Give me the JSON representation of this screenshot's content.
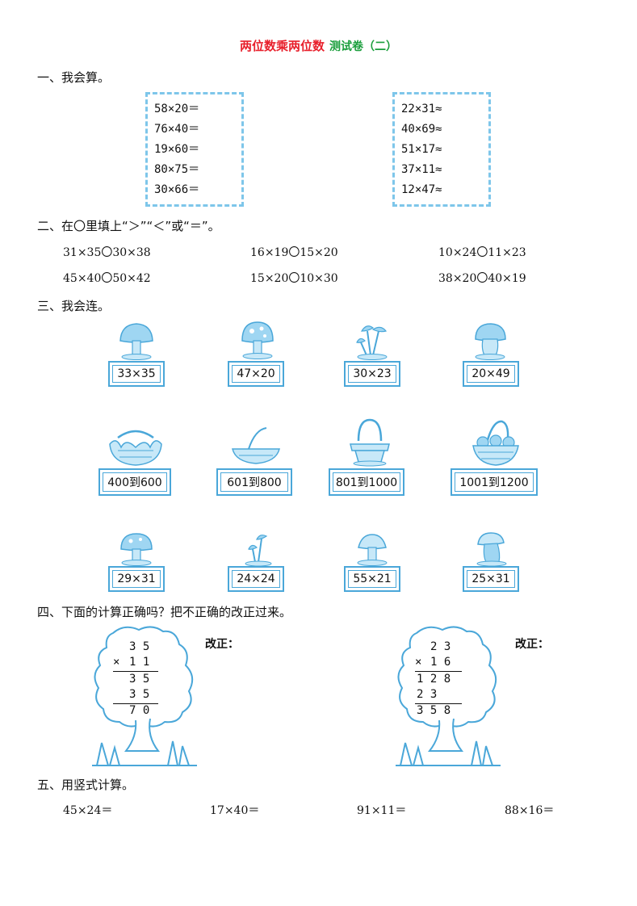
{
  "title": {
    "main": "两位数乘两位数",
    "sub": "测试卷（二）"
  },
  "sections": {
    "s1": "一、我会算。",
    "s2": "二、在〇里填上“＞”“＜”或“＝”。",
    "s3": "三、我会连。",
    "s4": "四、下面的计算正确吗？把不正确的改正过来。",
    "s5": "五、用竖式计算。"
  },
  "calc_left": [
    "58×20＝",
    "76×40＝",
    "19×60＝",
    "80×75＝",
    "30×66＝"
  ],
  "calc_right": [
    "22×31≈",
    "40×69≈",
    "51×17≈",
    "37×11≈",
    "12×47≈"
  ],
  "compare": [
    [
      "31×35〇30×38",
      "16×19〇15×20",
      "10×24〇11×23"
    ],
    [
      "45×40〇50×42",
      "15×20〇10×30",
      "38×20〇40×19"
    ]
  ],
  "connect": {
    "top": [
      "33×35",
      "47×20",
      "30×23",
      "20×49"
    ],
    "middle": [
      "400到600",
      "601到800",
      "801到1000",
      "1001到1200"
    ],
    "bottom": [
      "29×31",
      "24×24",
      "55×21",
      "25×31"
    ]
  },
  "check": {
    "label": "改正：",
    "left": {
      "a": "3 5",
      "op": "×",
      "b": "1 1",
      "p1": "3 5",
      "p2": "3 5",
      "r": "7 0"
    },
    "right": {
      "a": "2 3",
      "op": "×",
      "b": "1 6",
      "p1": "1 2 8",
      "p2": "2 3",
      "r": "3 5 8"
    }
  },
  "vertical": [
    "45×24＝",
    "17×40＝",
    "91×11＝",
    "88×16＝"
  ],
  "colors": {
    "title_red": "#e8202c",
    "title_green": "#1a9e3c",
    "accent_blue": "#4aa7d9",
    "dash_blue": "#7ec6ea"
  }
}
